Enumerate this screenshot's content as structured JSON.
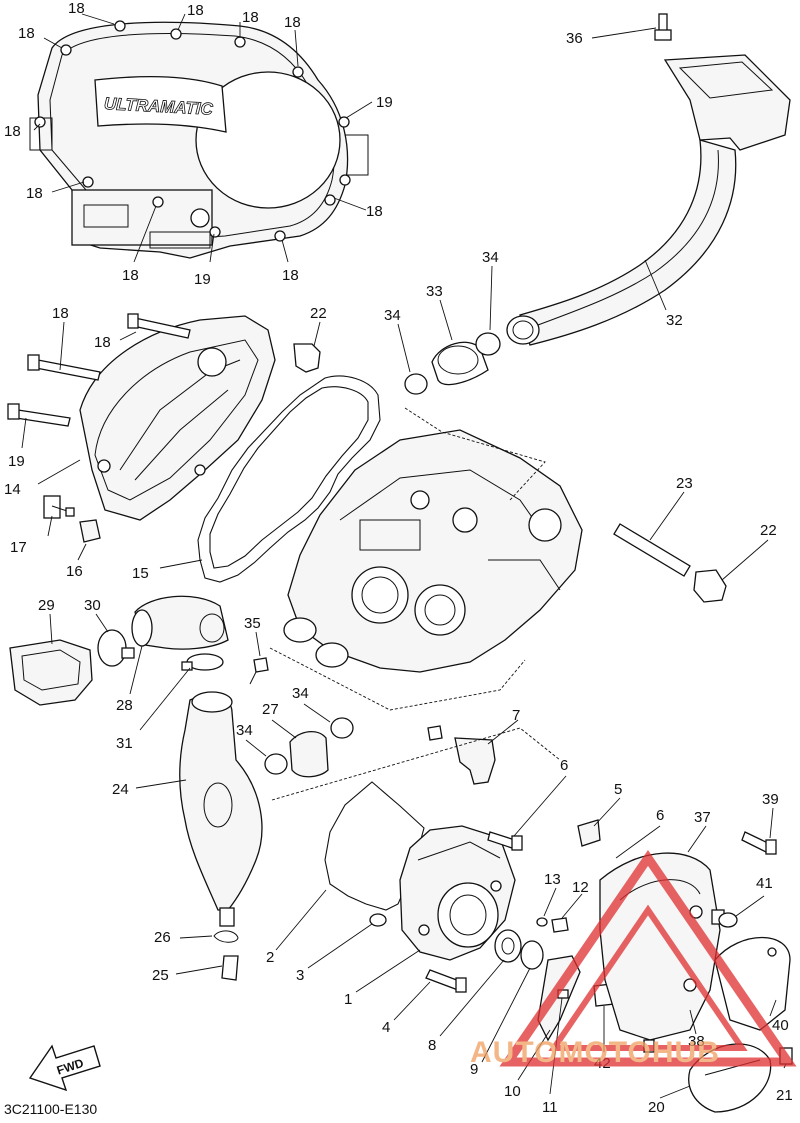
{
  "diagram": {
    "drawing_code": "3C21100-E130",
    "fwd_label": "FWD",
    "cover_logo_text": "ULTRAMATIC",
    "watermark": {
      "text": "AUTOMOTOHUB",
      "color": "#f0a060",
      "logo_color": "#e03030"
    },
    "callouts": [
      {
        "id": "c-18a",
        "label": "18"
      },
      {
        "id": "c-18b",
        "label": "18"
      },
      {
        "id": "c-18c",
        "label": "18"
      },
      {
        "id": "c-18d",
        "label": "18"
      },
      {
        "id": "c-18e",
        "label": "18"
      },
      {
        "id": "c-18f",
        "label": "18"
      },
      {
        "id": "c-18g",
        "label": "18"
      },
      {
        "id": "c-18h",
        "label": "18"
      },
      {
        "id": "c-18i",
        "label": "18"
      },
      {
        "id": "c-18j",
        "label": "18"
      },
      {
        "id": "c-19a",
        "label": "19"
      },
      {
        "id": "c-19b",
        "label": "19"
      },
      {
        "id": "c-36",
        "label": "36"
      },
      {
        "id": "c-34a",
        "label": "34"
      },
      {
        "id": "c-33",
        "label": "33"
      },
      {
        "id": "c-34b",
        "label": "34"
      },
      {
        "id": "c-32",
        "label": "32"
      },
      {
        "id": "c-18k",
        "label": "18"
      },
      {
        "id": "c-18l",
        "label": "18"
      },
      {
        "id": "c-22a",
        "label": "22"
      },
      {
        "id": "c-19c",
        "label": "19"
      },
      {
        "id": "c-14",
        "label": "14"
      },
      {
        "id": "c-17",
        "label": "17"
      },
      {
        "id": "c-16",
        "label": "16"
      },
      {
        "id": "c-15",
        "label": "15"
      },
      {
        "id": "c-23",
        "label": "23"
      },
      {
        "id": "c-22b",
        "label": "22"
      },
      {
        "id": "c-29",
        "label": "29"
      },
      {
        "id": "c-30",
        "label": "30"
      },
      {
        "id": "c-35",
        "label": "35"
      },
      {
        "id": "c-28",
        "label": "28"
      },
      {
        "id": "c-31",
        "label": "31"
      },
      {
        "id": "c-34c",
        "label": "34"
      },
      {
        "id": "c-27",
        "label": "27"
      },
      {
        "id": "c-34d",
        "label": "34"
      },
      {
        "id": "c-7",
        "label": "7"
      },
      {
        "id": "c-24",
        "label": "24"
      },
      {
        "id": "c-6a",
        "label": "6"
      },
      {
        "id": "c-5",
        "label": "5"
      },
      {
        "id": "c-6b",
        "label": "6"
      },
      {
        "id": "c-37",
        "label": "37"
      },
      {
        "id": "c-39",
        "label": "39"
      },
      {
        "id": "c-13",
        "label": "13"
      },
      {
        "id": "c-12",
        "label": "12"
      },
      {
        "id": "c-41",
        "label": "41"
      },
      {
        "id": "c-26",
        "label": "26"
      },
      {
        "id": "c-2",
        "label": "2"
      },
      {
        "id": "c-3",
        "label": "3"
      },
      {
        "id": "c-25",
        "label": "25"
      },
      {
        "id": "c-1",
        "label": "1"
      },
      {
        "id": "c-4",
        "label": "4"
      },
      {
        "id": "c-8",
        "label": "8"
      },
      {
        "id": "c-40",
        "label": "40"
      },
      {
        "id": "c-38",
        "label": "38"
      },
      {
        "id": "c-42",
        "label": "42"
      },
      {
        "id": "c-9",
        "label": "9"
      },
      {
        "id": "c-10",
        "label": "10"
      },
      {
        "id": "c-11",
        "label": "11"
      },
      {
        "id": "c-20",
        "label": "20"
      },
      {
        "id": "c-21",
        "label": "21"
      }
    ]
  }
}
